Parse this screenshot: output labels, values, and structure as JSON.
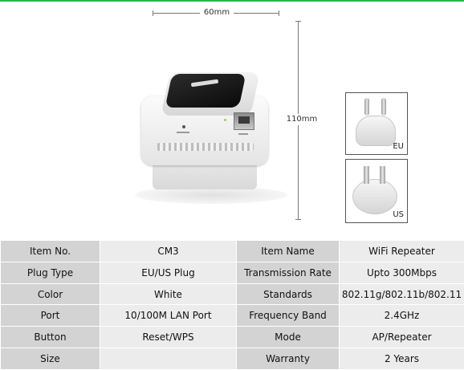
{
  "dimensions": {
    "width_label": "60mm",
    "height_label": "110mm"
  },
  "plugs": {
    "eu_label": "EU",
    "us_label": "US"
  },
  "specs": [
    {
      "label1": "Item No.",
      "value1": "CM3",
      "label2": "Item Name",
      "value2": "WiFi Repeater"
    },
    {
      "label1": "Plug Type",
      "value1": "EU/US Plug",
      "label2": "Transmission Rate",
      "value2": "Upto 300Mbps"
    },
    {
      "label1": "Color",
      "value1": "White",
      "label2": "Standards",
      "value2": "802.11g/802.11b/802.11"
    },
    {
      "label1": "Port",
      "value1": "10/100M LAN Port",
      "label2": "Frequency Band",
      "value2": "2.4GHz"
    },
    {
      "label1": "Button",
      "value1": "Reset/WPS",
      "label2": "Mode",
      "value2": "AP/Repeater"
    },
    {
      "label1": "Size",
      "value1": "",
      "label2": "Warranty",
      "value2": "2 Years"
    }
  ],
  "colors": {
    "accent_line": "#2db34a",
    "label_cell": "#d3d3d3",
    "value_cell": "#ececec"
  }
}
